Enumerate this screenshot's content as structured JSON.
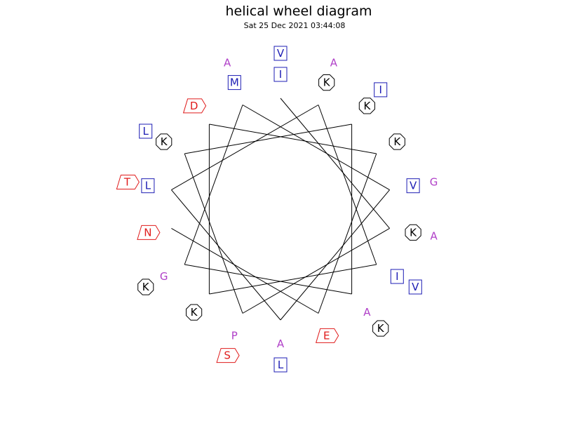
{
  "header": {
    "title": "helical wheel diagram",
    "timestamp": "Sat 25 Dec 2021 03:44:08"
  },
  "colors": {
    "hydrophobic": "#1c1cb4",
    "polar": "#e01c1c",
    "charged": "#000000",
    "other": "#b040c8",
    "wheel_line": "#000000"
  },
  "residues": [
    {
      "letter": "I",
      "class": "hydrophobic"
    },
    {
      "letter": "K",
      "class": "charged"
    },
    {
      "letter": "P",
      "class": "other"
    },
    {
      "letter": "K",
      "class": "charged"
    },
    {
      "letter": "K",
      "class": "charged"
    },
    {
      "letter": "A",
      "class": "other"
    },
    {
      "letter": "G",
      "class": "other"
    },
    {
      "letter": "M",
      "class": "hydrophobic"
    },
    {
      "letter": "V",
      "class": "hydrophobic"
    },
    {
      "letter": "A",
      "class": "other"
    },
    {
      "letter": "L",
      "class": "hydrophobic"
    },
    {
      "letter": "K",
      "class": "charged"
    },
    {
      "letter": "I",
      "class": "hydrophobic"
    },
    {
      "letter": "K",
      "class": "charged"
    },
    {
      "letter": "D",
      "class": "polar"
    },
    {
      "letter": "K",
      "class": "charged"
    },
    {
      "letter": "E",
      "class": "polar"
    },
    {
      "letter": "N",
      "class": "polar"
    },
    {
      "letter": "V",
      "class": "hydrophobic"
    },
    {
      "letter": "A",
      "class": "other"
    },
    {
      "letter": "S",
      "class": "polar"
    },
    {
      "letter": "L",
      "class": "hydrophobic"
    },
    {
      "letter": "I",
      "class": "hydrophobic"
    },
    {
      "letter": "K",
      "class": "charged"
    },
    {
      "letter": "K",
      "class": "charged"
    },
    {
      "letter": "A",
      "class": "other"
    },
    {
      "letter": "G",
      "class": "other"
    },
    {
      "letter": "L",
      "class": "hydrophobic"
    },
    {
      "letter": "T",
      "class": "polar"
    },
    {
      "letter": "A",
      "class": "other"
    },
    {
      "letter": "V",
      "class": "hydrophobic"
    }
  ]
}
